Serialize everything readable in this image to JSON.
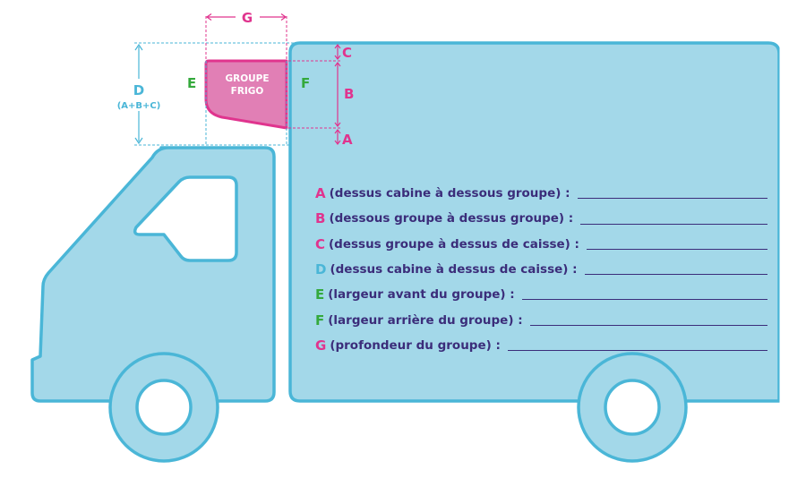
{
  "colors": {
    "body_fill": "#a3d8e9",
    "body_stroke": "#4ab6d7",
    "unit_fill": "#e17fb5",
    "unit_stroke": "#e0348e",
    "magenta": "#e0348e",
    "green": "#34a93c",
    "cyan": "#4ab6d7",
    "navy": "#3b2d7a"
  },
  "unit": {
    "line1": "GROUPE",
    "line2": "FRIGO"
  },
  "dimensions": {
    "g": "G",
    "c": "C",
    "b": "B",
    "a": "A",
    "e": "E",
    "f": "F",
    "d": "D",
    "d_formula": "(A+B+C)"
  },
  "legend": [
    {
      "letter": "A",
      "text": "(dessus cabine à dessous groupe) :",
      "color": "#e0348e"
    },
    {
      "letter": "B",
      "text": "(dessous groupe à dessus groupe) :",
      "color": "#e0348e"
    },
    {
      "letter": "C",
      "text": "(dessus groupe à dessus de caisse) :",
      "color": "#e0348e"
    },
    {
      "letter": "D",
      "text": "(dessus cabine à dessus de caisse) :",
      "color": "#4ab6d7"
    },
    {
      "letter": "E",
      "text": "(largeur avant du groupe) :",
      "color": "#34a93c"
    },
    {
      "letter": "F",
      "text": "(largeur arrière du groupe) :",
      "color": "#34a93c"
    },
    {
      "letter": "G",
      "text": "(profondeur du groupe) :",
      "color": "#e0348e"
    }
  ]
}
